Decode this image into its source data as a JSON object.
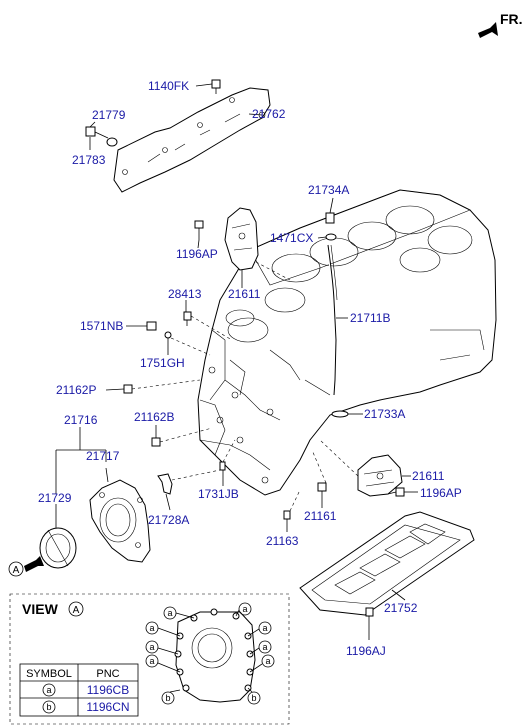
{
  "fr_label": "FR.",
  "callouts": {
    "c1140FK": "1140FK",
    "c21762": "21762",
    "c21779": "21779",
    "c21783": "21783",
    "c21734A": "21734A",
    "c1471CX": "1471CX",
    "c1196AP_top": "1196AP",
    "c21611_top": "21611",
    "c28413": "28413",
    "c1571NB": "1571NB",
    "c21711B": "21711B",
    "c1751GH": "1751GH",
    "c21162P": "21162P",
    "c21733A": "21733A",
    "c21716": "21716",
    "c21162B": "21162B",
    "c21717": "21717",
    "c21611_bot": "21611",
    "c1731JB": "1731JB",
    "c1196AP_bot": "1196AP",
    "c21729": "21729",
    "c21728A": "21728A",
    "c21161": "21161",
    "c21163": "21163",
    "c21752": "21752",
    "c1196AJ": "1196AJ"
  },
  "view_marker": "A",
  "view": {
    "title": "VIEW",
    "marker": "A",
    "symbol_a": "a",
    "symbol_b": "b"
  },
  "symbol_table": {
    "headers": [
      "SYMBOL",
      "PNC"
    ],
    "rows": [
      {
        "symbol": "a",
        "pnc": "1196CB"
      },
      {
        "symbol": "b",
        "pnc": "1196CN"
      }
    ]
  }
}
